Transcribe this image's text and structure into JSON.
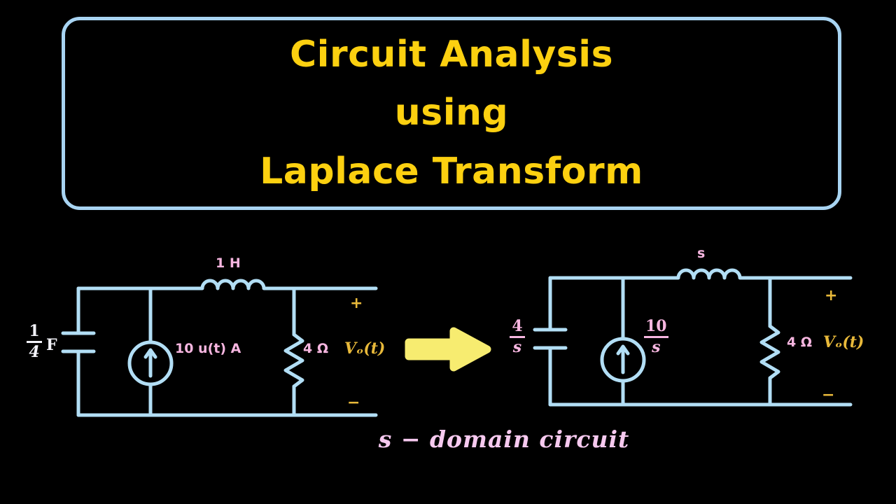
{
  "title_card": {
    "lines": [
      "Circuit Analysis",
      "using",
      "Laplace Transform"
    ],
    "border_color": "#a8d4f2",
    "text_color": "#fcd010"
  },
  "colors": {
    "background": "#000000",
    "wire": "#b2def5",
    "label_pink": "#f7b6e0",
    "label_white": "#f2f2f8",
    "label_gold": "#e8b93a",
    "caption_pink": "#f6c9ef",
    "arrow": "#f7ec70"
  },
  "time_domain_circuit": {
    "capacitor": {
      "value_numerator": "1",
      "value_denominator": "4",
      "unit": "F"
    },
    "inductor": {
      "label": "1 H"
    },
    "current_source": {
      "label": "10 u(t) A",
      "arrow_direction": "up"
    },
    "resistor": {
      "label": "4 Ω"
    },
    "output_voltage": {
      "label": "Vₒ(t)",
      "plus": "+",
      "minus": "−"
    }
  },
  "s_domain_circuit": {
    "capacitor": {
      "value_numerator": "4",
      "value_denominator": "s",
      "unit": ""
    },
    "inductor": {
      "label": "s"
    },
    "current_source": {
      "value_numerator": "10",
      "value_denominator": "s",
      "arrow_direction": "up"
    },
    "resistor": {
      "label": "4 Ω"
    },
    "output_voltage": {
      "label": "Vₒ(t)",
      "plus": "+",
      "minus": "−"
    },
    "caption": "s − domain circuit"
  },
  "transform_arrow": {
    "icon": "right-arrow-icon",
    "direction": "right"
  }
}
